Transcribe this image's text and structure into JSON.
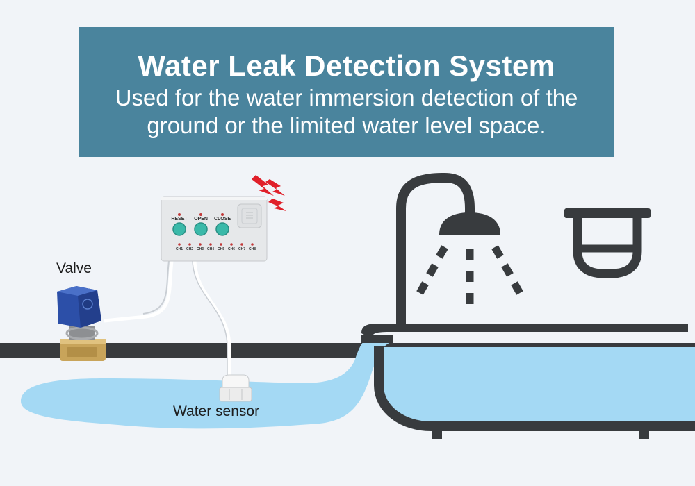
{
  "banner": {
    "title": "Water Leak Detection System",
    "subtitle": "Used for the water immersion detection of the ground or the limited water level space."
  },
  "labels": {
    "valve": "Valve",
    "water_sensor": "Water sensor"
  },
  "controller": {
    "buttons": [
      "RESET",
      "OPEN",
      "CLOSE"
    ],
    "channels": [
      "CH1",
      "CH2",
      "CH3",
      "CH4",
      "CH5",
      "CH6",
      "CH7",
      "CH8"
    ]
  },
  "colors": {
    "background": "#f1f4f8",
    "banner": "#4a849d",
    "water": "#a4d9f4",
    "line_dark": "#383b3e",
    "button_teal": "#3ab9a9",
    "alert_red": "#e0202a",
    "valve_blue": "#2c4fa8",
    "brass": "#c8a45a"
  },
  "icons": [
    "shower-icon",
    "washbasin-icon",
    "bathtub-icon",
    "alarm-lightning-icon",
    "valve-icon",
    "water-sensor-icon"
  ]
}
